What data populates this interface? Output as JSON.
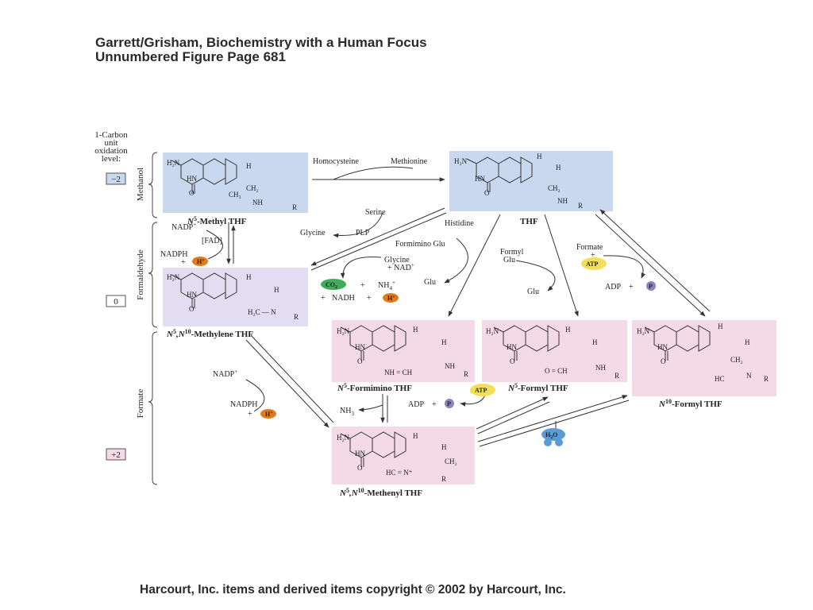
{
  "header": {
    "line1": "Garrett/Grisham, Biochemistry with a Human Focus",
    "line2": "Unnumbered Figure Page 681"
  },
  "footer": "Harcourt, Inc. items and derived items copyright © 2002 by Harcourt, Inc.",
  "level_heading": [
    "1-Carbon",
    "unit",
    "oxidation",
    "level:"
  ],
  "levels": [
    {
      "name": "Methanol",
      "value": "−2"
    },
    {
      "name": "Formaldehyde",
      "value": "0"
    },
    {
      "name": "Formate",
      "value": "+2"
    }
  ],
  "compounds": {
    "methyl": {
      "prefix": "N",
      "sup": "5",
      "rest": "-Methyl THF"
    },
    "thf": "THF",
    "methylene": {
      "p1": "N",
      "s1": "5",
      "mid": ",N",
      "s2": "10",
      "rest": "-Methylene THF"
    },
    "formimino": {
      "prefix": "N",
      "sup": "5",
      "rest": "-Formimino THF"
    },
    "formyl5": {
      "prefix": "N",
      "sup": "5",
      "rest": "-Formyl THF"
    },
    "formyl10": {
      "prefix": "N",
      "sup": "10",
      "rest": "-Formyl THF"
    },
    "methenyl": {
      "p1": "N",
      "s1": "5",
      "mid": ",N",
      "s2": "10",
      "rest": "-Methenyl THF"
    }
  },
  "reagents": {
    "homocysteine": "Homocysteine",
    "methionine": "Methionine",
    "serine": "Serine",
    "glycine": "Glycine",
    "plp": "PLP",
    "nadp_plus": "NADP",
    "fad": "[FAD]",
    "nadph": "NADPH",
    "h_plus": "H",
    "plus": "+",
    "histidine": "Histidine",
    "formimino_glu": "Formimino Glu",
    "glycine2": "Glycine",
    "nad_plus": "NAD",
    "co2": "CO",
    "nh4": "NH",
    "nadh": "NADH",
    "glu": "Glu",
    "formyl_glu_1": "Formyl",
    "formyl_glu_2": "Glu",
    "formate": "Formate",
    "atp": "ATP",
    "adp": "ADP",
    "p": "P",
    "nh3": "NH",
    "h2o": "H"
  },
  "colors": {
    "blue_box": "#c9d8ef",
    "lavender_box": "#e2ddf0",
    "pink_box": "#f4d9e6",
    "atp_yellow": "#f3df5a",
    "co2_green": "#3fae5a",
    "h_orange": "#e27a1c",
    "p_purple": "#8a84c4",
    "h2o_blue": "#5a9bd8"
  }
}
